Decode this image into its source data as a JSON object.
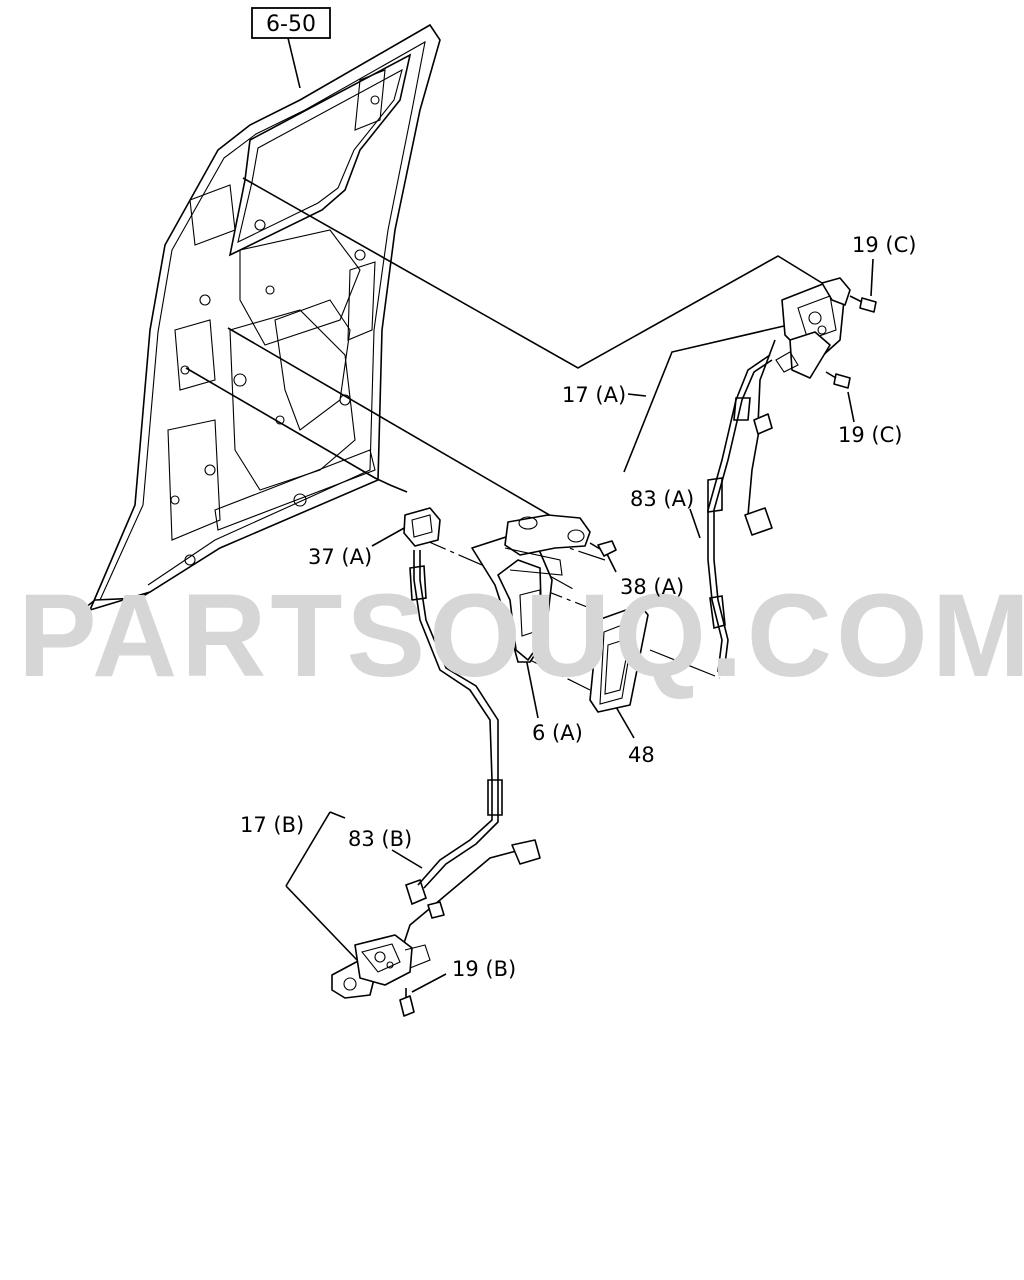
{
  "diagram": {
    "reference_box": "6-50",
    "watermark": "PARTSOUQ.COM",
    "labels": {
      "p19c_top": "19 (C)",
      "p17a": "17 (A)",
      "p19c_bottom": "19 (C)",
      "p83a": "83 (A)",
      "p37a": "37 (A)",
      "p38a": "38 (A)",
      "p6a": "6 (A)",
      "p48": "48",
      "p17b": "17 (B)",
      "p83b": "83 (B)",
      "p19b": "19 (B)"
    }
  }
}
